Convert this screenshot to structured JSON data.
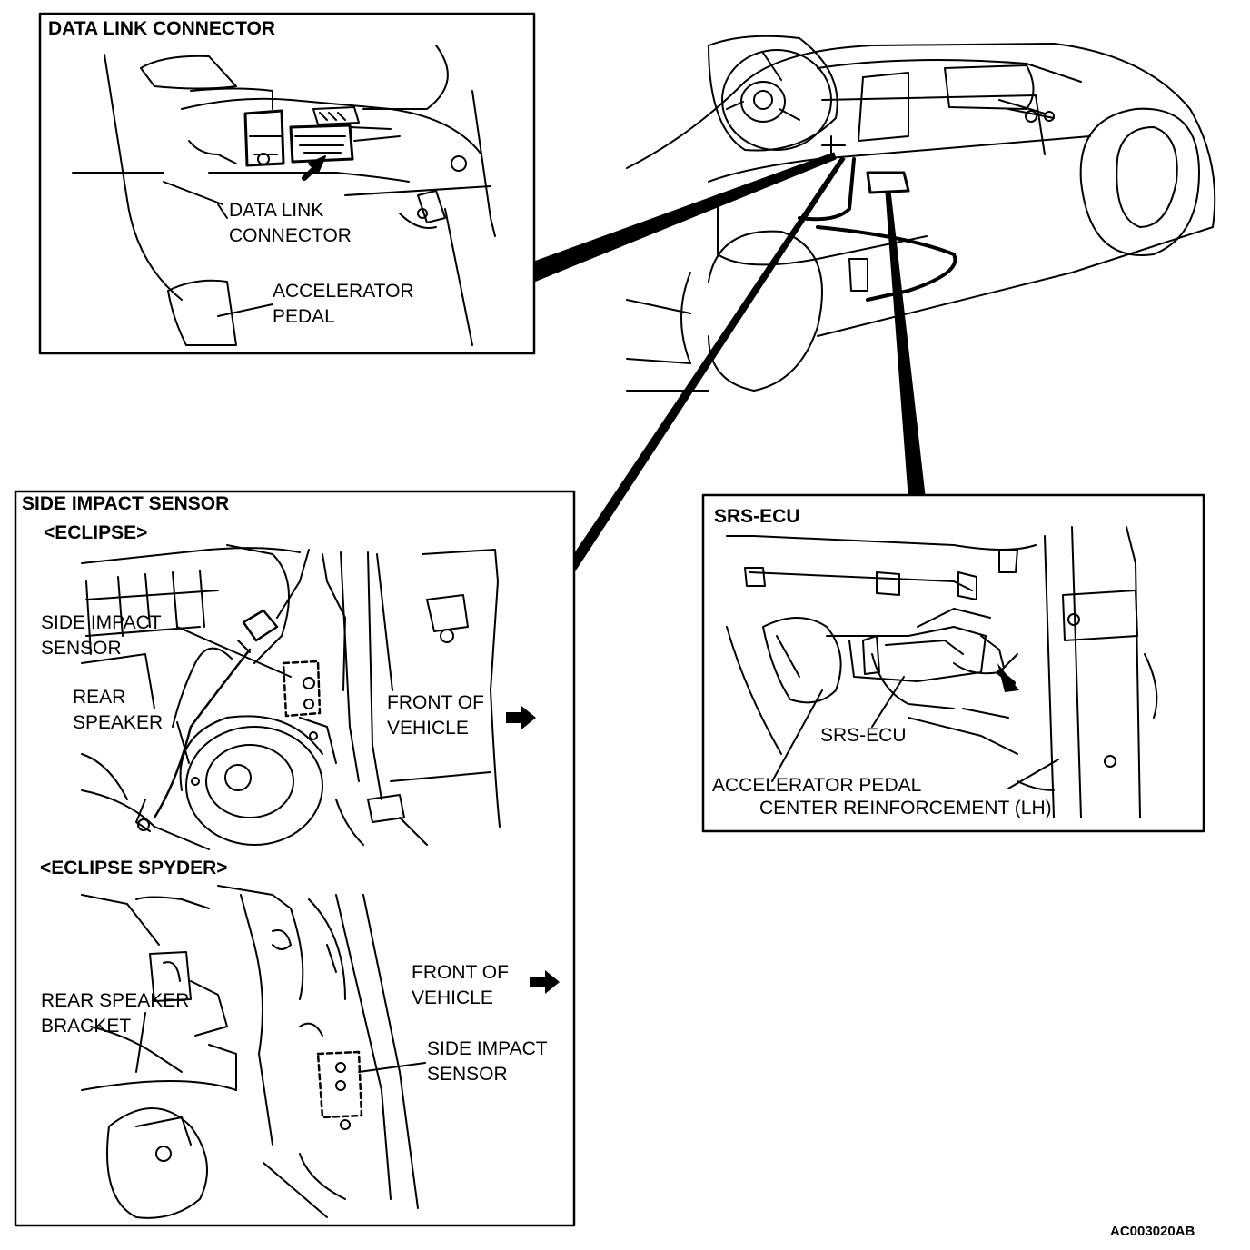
{
  "panels": {
    "data_link": {
      "title": "DATA LINK CONNECTOR",
      "connector_label": "DATA LINK\nCONNECTOR",
      "pedal_label": "ACCELERATOR\nPEDAL"
    },
    "side_impact": {
      "title": "SIDE IMPACT SENSOR",
      "eclipse_heading": "<ECLIPSE>",
      "eclipse_sensor_label": "SIDE IMPACT\nSENSOR",
      "eclipse_speaker_label": "REAR\nSPEAKER",
      "eclipse_front_label": "FRONT OF\nVEHICLE",
      "spyder_heading": "<ECLIPSE SPYDER>",
      "spyder_front_label": "FRONT OF\nVEHICLE",
      "spyder_bracket_label": "REAR SPEAKER\nBRACKET",
      "spyder_sensor_label": "SIDE IMPACT\nSENSOR"
    },
    "srs_ecu": {
      "title": "SRS-ECU",
      "ecu_label": "SRS-ECU",
      "pedal_label": "ACCELERATOR PEDAL",
      "reinforcement_label": "CENTER REINFORCEMENT (LH)"
    }
  },
  "figure_code": "AC003020AB",
  "colors": {
    "ink": "#000000",
    "paper": "#ffffff"
  }
}
